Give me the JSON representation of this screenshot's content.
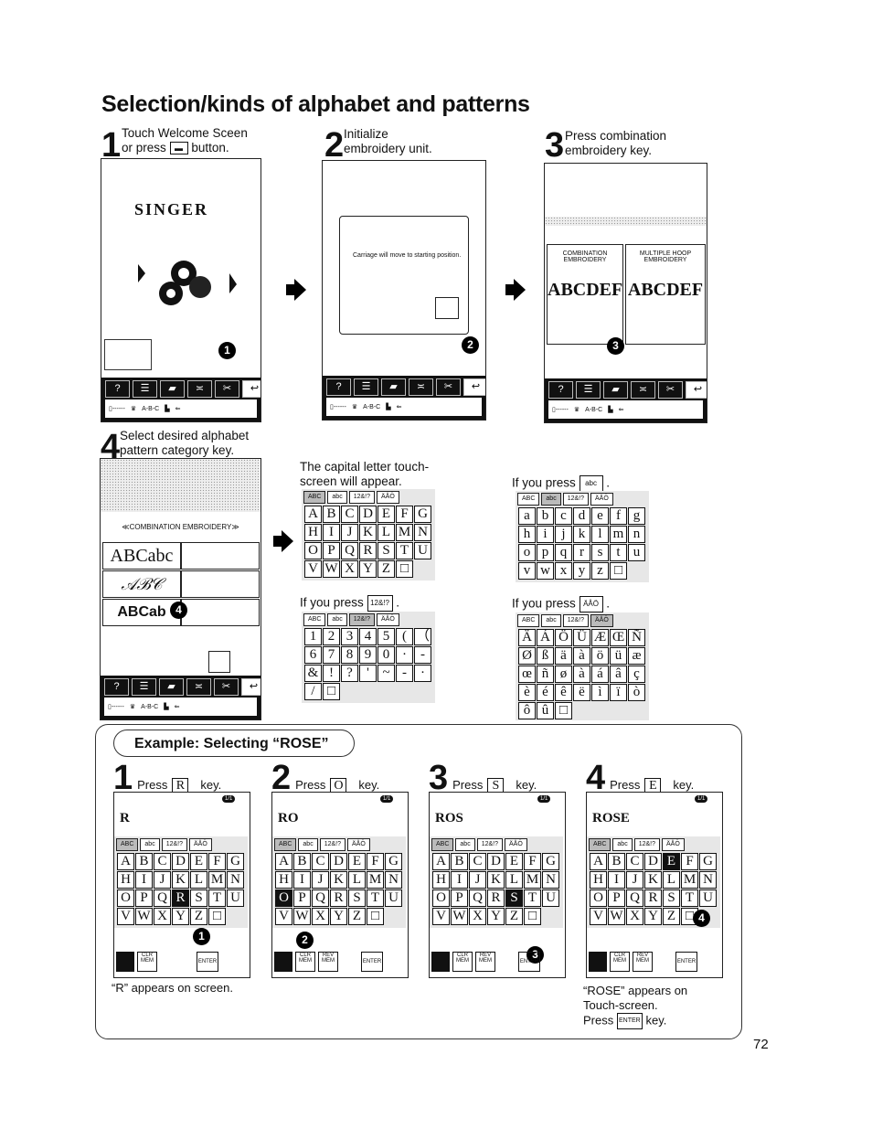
{
  "title": "Selection/kinds of alphabet and patterns",
  "steps": [
    {
      "num": "1",
      "line1": "Touch Welcome Sceen",
      "line2a": "or press",
      "line2b": "button."
    },
    {
      "num": "2",
      "line1": "Initialize",
      "line2": "embroidery unit."
    },
    {
      "num": "3",
      "line1": "Press combination",
      "line2": "embroidery key."
    },
    {
      "num": "4",
      "line1": "Select desired alphabet",
      "line2": "pattern category key."
    }
  ],
  "welcome": {
    "brand": "SINGER"
  },
  "toolbar": {
    "help": "?",
    "abc": "A-B-C"
  },
  "init": {
    "message": "Carriage will move to starting position."
  },
  "combo": {
    "combination": "COMBINATION EMBROIDERY",
    "multiple": "MULTIPLE HOOP EMBROIDERY",
    "sample": "ABCDEF"
  },
  "category": {
    "heading": "≪COMBINATION EMBROIDERY≫",
    "abc": "ABCabc",
    "script": "𝒜ℬ𝒞",
    "outline": "ABCab"
  },
  "captions": {
    "capital": "The capital letter touch-screen will appear.",
    "ifabc": "If you press",
    "ifnum": "If you press",
    "ifacc": "If you press"
  },
  "tabs": [
    "ABC",
    "abc",
    "12&!?",
    "ÄÅÖ"
  ],
  "keyboards": {
    "upper": [
      "A",
      "B",
      "C",
      "D",
      "E",
      "F",
      "G",
      "H",
      "I",
      "J",
      "K",
      "L",
      "M",
      "N",
      "O",
      "P",
      "Q",
      "R",
      "S",
      "T",
      "U",
      "V",
      "W",
      "X",
      "Y",
      "Z",
      "□"
    ],
    "lower": [
      "a",
      "b",
      "c",
      "d",
      "e",
      "f",
      "g",
      "h",
      "i",
      "j",
      "k",
      "l",
      "m",
      "n",
      "o",
      "p",
      "q",
      "r",
      "s",
      "t",
      "u",
      "v",
      "w",
      "x",
      "y",
      "z",
      "□"
    ],
    "numbers": [
      "1",
      "2",
      "3",
      "4",
      "5",
      "(",
      "（",
      "6",
      "7",
      "8",
      "9",
      "0",
      "·",
      "-",
      "&",
      "!",
      "?",
      "'",
      "~",
      "-",
      "·",
      "/",
      "□"
    ],
    "accent": [
      "Ä",
      "Á",
      "Ö",
      "Ü",
      "Æ",
      "Œ",
      "Ñ",
      "Ø",
      "ß",
      "ä",
      "à",
      "ö",
      "ü",
      "æ",
      "œ",
      "ñ",
      "ø",
      "à",
      "á",
      "â",
      "ç",
      "è",
      "é",
      "ê",
      "ë",
      "ì",
      "ï",
      "ò",
      "ô",
      "û",
      "□"
    ]
  },
  "example": {
    "title": "Example: Selecting “ROSE”",
    "steps": [
      {
        "num": "1",
        "press": "Press",
        "key": "R",
        "after": "key.",
        "display": "R"
      },
      {
        "num": "2",
        "press": "Press",
        "key": "O",
        "after": "key.",
        "display": "RO"
      },
      {
        "num": "3",
        "press": "Press",
        "key": "S",
        "after": "key.",
        "display": "ROS"
      },
      {
        "num": "4",
        "press": "Press",
        "key": "E",
        "after": "key.",
        "display": "ROSE"
      }
    ],
    "page": "1/1",
    "clr": "CLR MEM",
    "rev": "REV MEM",
    "enter": "ENTER",
    "note1": "“R” appears on screen.",
    "note2a": "“ROSE” appears on",
    "note2b": "Touch-screen.",
    "note2c": "Press",
    "note2d": "key."
  },
  "page_number": "72"
}
